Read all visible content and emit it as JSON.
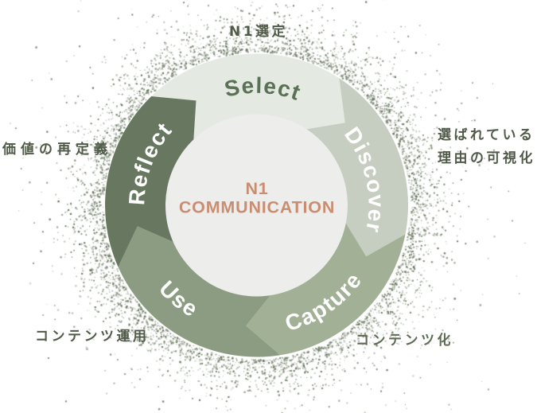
{
  "diagram": {
    "center": {
      "line1": "N1",
      "line2": "COMMUNICATION",
      "text_color": "#c98e72",
      "circle_color": "#ededeb"
    },
    "segments": [
      {
        "label": "Select",
        "fill": "#e4e9e2",
        "label_color": "#5a7156"
      },
      {
        "label": "Discover",
        "fill": "#c5cec0",
        "label_color": "#ffffff"
      },
      {
        "label": "Capture",
        "fill": "#a2b196",
        "label_color": "#ffffff"
      },
      {
        "label": "Use",
        "fill": "#8c9c82",
        "label_color": "#ffffff"
      },
      {
        "label": "Reflect",
        "fill": "#687860",
        "label_color": "#ffffff"
      }
    ],
    "annotations": {
      "top": "N1選定",
      "right_line1": "選ばれている",
      "right_line2": "理由の可視化",
      "bottom_right": "コンテンツ化",
      "bottom_left": "コンテンツ運用",
      "left": "価値の再定義"
    },
    "dot_color": "#5f7055"
  }
}
